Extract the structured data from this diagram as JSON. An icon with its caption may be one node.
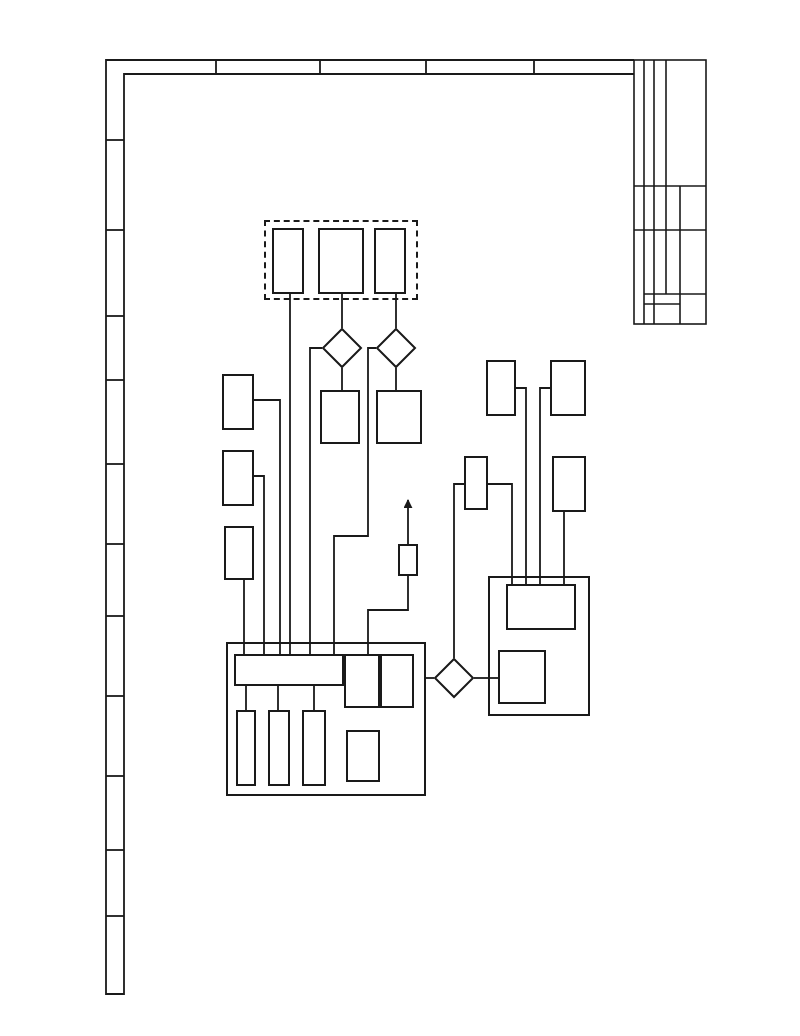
{
  "diagram": {
    "nodes": [
      {
        "text": [],
        "shape": "box"
      },
      {
        "text": [],
        "shape": "box",
        "in": 0
      },
      {
        "text": [],
        "shape": "box",
        "in": 0
      },
      {
        "text": [],
        "shape": "box",
        "in": 0
      },
      {
        "text": [],
        "shape": "diamond"
      },
      {
        "text": [],
        "shape": "diamond"
      },
      {
        "text": [],
        "shape": "box"
      },
      {
        "text": [],
        "shape": "box"
      },
      {
        "text": [],
        "shape": "box"
      },
      {
        "text": [],
        "shape": "box"
      },
      {
        "text": [],
        "shape": "box"
      },
      {
        "text": [],
        "shape": "box"
      },
      {
        "text": [],
        "shape": "box"
      },
      {
        "text": [],
        "shape": "box"
      },
      {
        "text": [],
        "shape": "box"
      },
      {
        "text": [],
        "shape": "box"
      },
      {
        "text": [],
        "shape": "box"
      },
      {
        "text": [],
        "shape": "box",
        "in": 16
      },
      {
        "text": [],
        "shape": "box",
        "in": 16
      },
      {
        "text": [],
        "shape": "box"
      },
      {
        "text": [],
        "shape": "box",
        "in": 19
      },
      {
        "text": [],
        "shape": "box",
        "in": 19
      },
      {
        "text": [],
        "shape": "box",
        "in": 19
      },
      {
        "text": [],
        "shape": "box",
        "in": 19
      },
      {
        "text": [],
        "shape": "box",
        "in": 19
      },
      {
        "text": [],
        "shape": "box",
        "in": 19
      },
      {
        "text": [],
        "shape": "box",
        "in": 19
      },
      {
        "text": [],
        "shape": "diamond"
      }
    ],
    "edges": [
      {
        "from": 6,
        "to": 20,
        "arrow": "none"
      },
      {
        "from": 11,
        "to": 20,
        "arrow": "none"
      },
      {
        "from": 14,
        "to": 20,
        "arrow": "none"
      },
      {
        "from": 1,
        "to": 20,
        "arrow": "none"
      },
      {
        "from": 2,
        "to": 4,
        "arrow": "none"
      },
      {
        "from": 3,
        "to": 5,
        "arrow": "none"
      },
      {
        "from": 4,
        "to": 7,
        "arrow": "none"
      },
      {
        "from": 5,
        "to": 8,
        "arrow": "none"
      },
      {
        "from": 4,
        "to": 20,
        "arrow": "none"
      },
      {
        "from": 5,
        "to": 20,
        "arrow": "none"
      },
      {
        "from": 15,
        "to": 21,
        "arrow": "none"
      },
      {
        "from": 15,
        "to": null,
        "arrow": "to"
      },
      {
        "from": 20,
        "to": 23,
        "arrow": "none"
      },
      {
        "from": 20,
        "to": 24,
        "arrow": "none"
      },
      {
        "from": 20,
        "to": 25,
        "arrow": "none"
      },
      {
        "from": 19,
        "to": 27,
        "arrow": "none"
      },
      {
        "from": 27,
        "to": 18,
        "arrow": "none"
      },
      {
        "from": 12,
        "to": 27,
        "arrow": "none"
      },
      {
        "from": 12,
        "to": 17,
        "arrow": "none"
      },
      {
        "from": 9,
        "to": 17,
        "arrow": "none"
      },
      {
        "from": 10,
        "to": 17,
        "arrow": "none"
      },
      {
        "from": 13,
        "to": 17,
        "arrow": "none"
      }
    ]
  }
}
